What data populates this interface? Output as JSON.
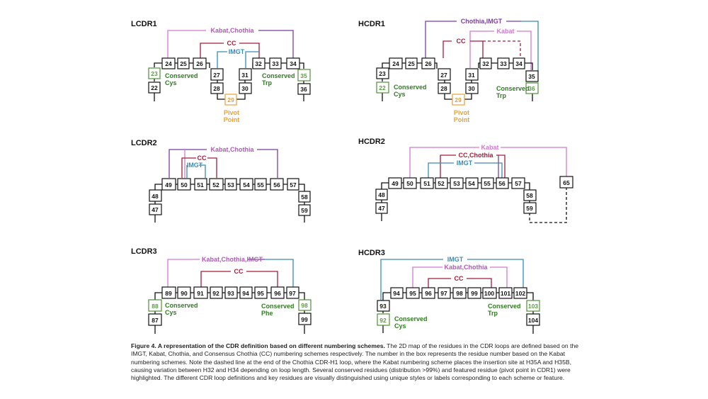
{
  "panels": [
    {
      "id": "lcdr1",
      "title": "LCDR1",
      "residues": [
        "22",
        "23",
        "24",
        "25",
        "26",
        "27",
        "28",
        "29",
        "30",
        "31",
        "32",
        "33",
        "34",
        "35",
        "36"
      ],
      "annotations": [
        "Conserved",
        "Cys",
        "Pivot",
        "Point",
        "Conserved",
        "Trp"
      ],
      "labels": [
        "Kabat,Chothia",
        "CC",
        "IMGT"
      ]
    },
    {
      "id": "hcdr1",
      "title": "HCDR1",
      "residues": [
        "22",
        "23",
        "24",
        "25",
        "26",
        "27",
        "28",
        "29",
        "30",
        "31",
        "32",
        "33",
        "34",
        "35",
        "36"
      ],
      "annotations": [
        "Conserved",
        "Cys",
        "Pivot",
        "Point",
        "Conserved",
        "Trp"
      ],
      "labels": [
        "Chothia,IMGT",
        "Kabat",
        "CC"
      ]
    },
    {
      "id": "lcdr2",
      "title": "LCDR2",
      "residues": [
        "47",
        "48",
        "49",
        "50",
        "51",
        "52",
        "53",
        "54",
        "55",
        "56",
        "57",
        "58",
        "59"
      ],
      "labels": [
        "Kabat,Chothia",
        "CC",
        "IMGT"
      ]
    },
    {
      "id": "hcdr2",
      "title": "HCDR2",
      "residues": [
        "47",
        "48",
        "49",
        "50",
        "51",
        "52",
        "53",
        "54",
        "55",
        "56",
        "57",
        "58",
        "59",
        "65"
      ],
      "labels": [
        "Kabat",
        "CC,Chothia",
        "IMGT"
      ]
    },
    {
      "id": "lcdr3",
      "title": "LCDR3",
      "residues": [
        "87",
        "88",
        "89",
        "90",
        "91",
        "92",
        "93",
        "94",
        "95",
        "96",
        "97",
        "98",
        "99"
      ],
      "annotations": [
        "Conserved",
        "Cys",
        "Conserved",
        "Phe"
      ],
      "labels": [
        "Kabat,Chothia,IMGT",
        "CC"
      ]
    },
    {
      "id": "hcdr3",
      "title": "HCDR3",
      "residues": [
        "92",
        "93",
        "94",
        "95",
        "96",
        "97",
        "98",
        "99",
        "100",
        "101",
        "102",
        "103",
        "104"
      ],
      "annotations": [
        "Conserved",
        "Cys",
        "Conserved",
        "Trp"
      ],
      "labels": [
        "IMGT",
        "Kabat,Chothia",
        "CC"
      ]
    }
  ],
  "colors": {
    "kabat": "#d17ad1",
    "kabat_chothia": "#b05bb8",
    "chothia_imgt": "#7a3fa0",
    "imgt": "#3a8ab5",
    "cc": "#a51d3a",
    "conserved": "#2f7d22",
    "conserved_box": "#5f9a4a",
    "pivot": "#e8a13a",
    "border": "#111111"
  },
  "caption": {
    "bold": "Figure 4.  A representation of the CDR definition based on different numbering schemes.",
    "text": " The 2D map of the residues in the CDR loops are defined based on the IMGT, Kabat, Chothia, and Consensus Chothia (CC) numbering schemes respectively. The number in the box represents the residue number based on the Kabat numbering schemes. Note the dashed line at the end of the Chothia CDR-H1 loop, where the Kabat numbering scheme places the insertion site at H35A and H35B, causing variation between H32 and H34 depending on loop length. Several conserved residues (distribution >99%) and featured residue (pivot point in CDR1) were highlighted. The different CDR loop definitions and key residues are visually distinguished using unique styles or labels corresponding to each scheme or feature."
  }
}
